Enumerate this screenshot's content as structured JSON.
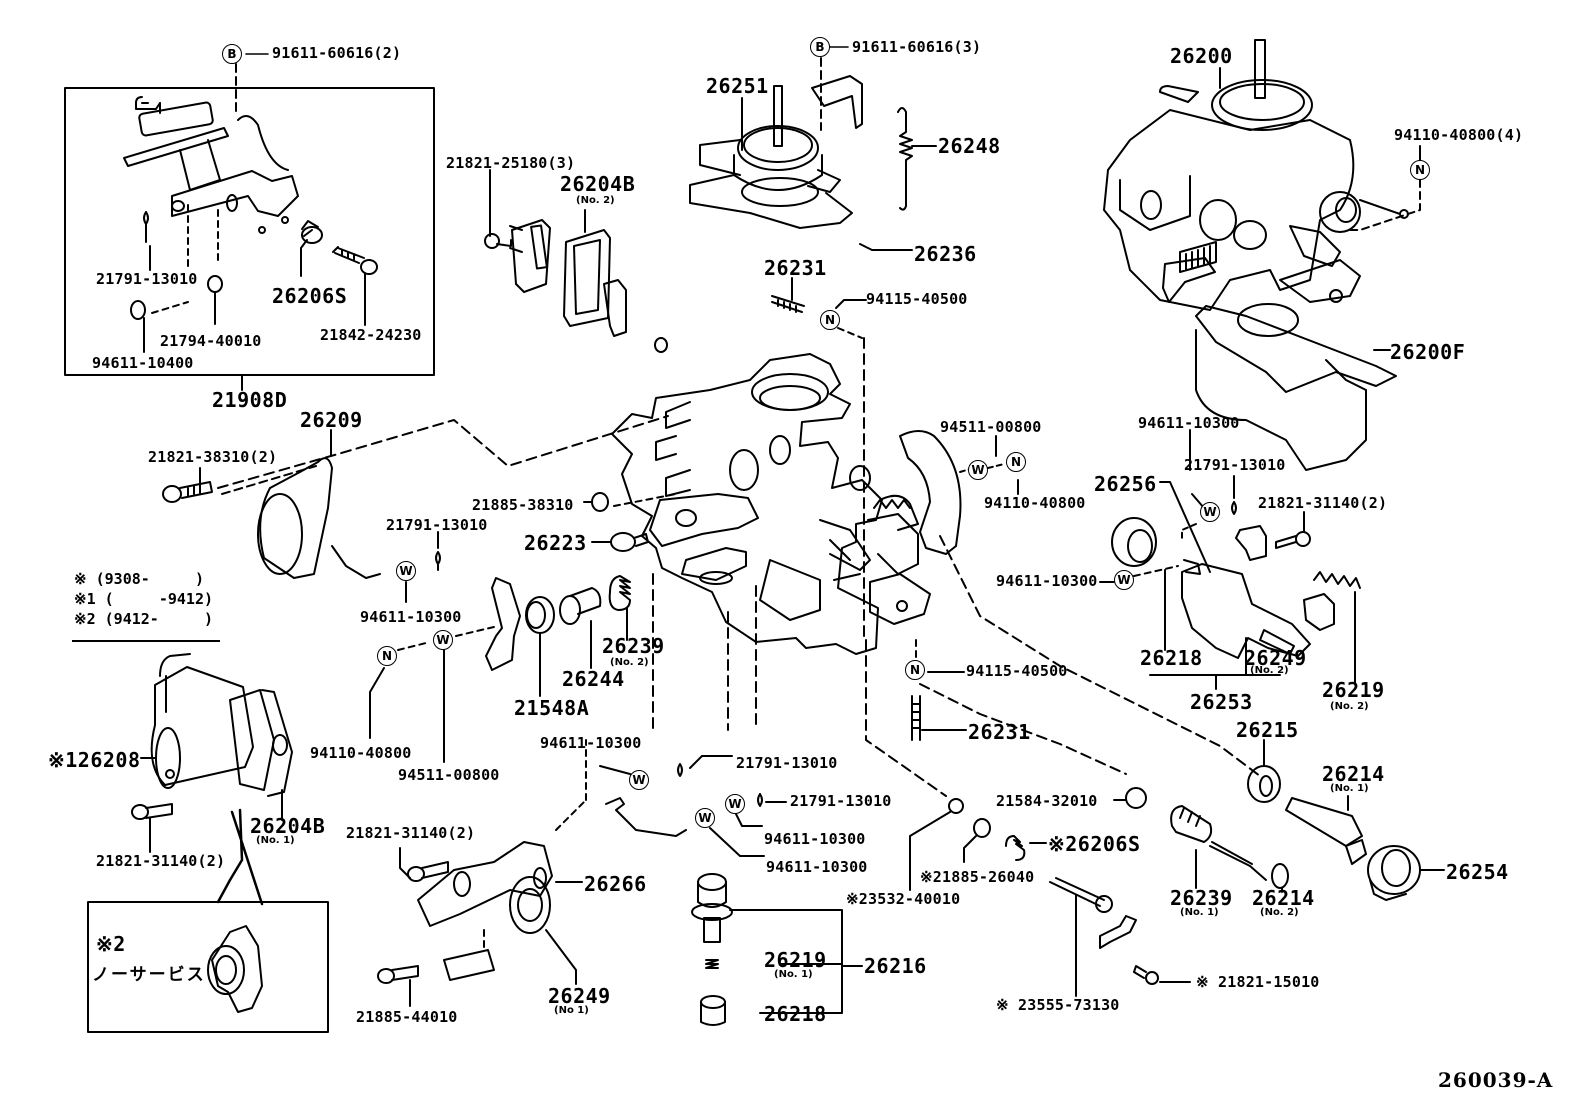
{
  "figure": {
    "title": "Carburetor assembly exploded parts diagram",
    "figure_number": "260039-A"
  },
  "symbols": {
    "bolt": "B",
    "nut": "N",
    "washer": "W"
  },
  "legend": {
    "rows": [
      {
        "mark": "※",
        "range": "(9308-     )"
      },
      {
        "mark": "※1",
        "range": "(     -9412)"
      },
      {
        "mark": "※2",
        "range": "(9412-     )"
      }
    ]
  },
  "inset_note": {
    "mark": "※2",
    "text": "ノーサービス"
  },
  "labels": {
    "p_91611_60616_2": "91611-60616(2)",
    "p_91611_60616_3": "91611-60616(3)",
    "p_21791_13010_a": "21791-13010",
    "p_26206s_a": "26206S",
    "p_94611_10400": "94611-10400",
    "p_21794_40010": "21794-40010",
    "p_21842_24230": "21842-24230",
    "p_21908d": "21908D",
    "p_21821_25180_3": "21821-25180(3)",
    "p_26204b_no2": "26204B",
    "p_26204b_no2_sub": "(No. 2)",
    "p_26251": "26251",
    "p_26248": "26248",
    "p_26236": "26236",
    "p_26231_a": "26231",
    "p_94115_40500_a": "94115-40500",
    "p_26200": "26200",
    "p_94110_40800_4": "94110-40800(4)",
    "p_26200f": "26200F",
    "p_26209": "26209",
    "p_21821_38310_2": "21821-38310(2)",
    "p_21885_38310": "21885-38310",
    "p_21791_13010_b": "21791-13010",
    "p_26223": "26223",
    "p_94611_10300_a": "94611-10300",
    "p_94110_40800_a": "94110-40800",
    "p_94511_00800_a": "94511-00800",
    "p_21548a": "21548A",
    "p_26244": "26244",
    "p_26239_no2": "26239",
    "p_26239_no2_sub": "(No. 2)",
    "p_94511_00800_b": "94511-00800",
    "p_94110_40800_b": "94110-40800",
    "p_94611_10300_b": "94611-10300",
    "p_21791_13010_c": "21791-13010",
    "p_21821_31140_2_a": "21821-31140(2)",
    "p_26256": "26256",
    "p_94611_10300_c": "94611-10300",
    "p_26218_a": "26218",
    "p_26249_no2": "26249",
    "p_26249_no2_sub": "(No. 2)",
    "p_26253": "26253",
    "p_26219_no2": "26219",
    "p_26219_no2_sub": "(No. 2)",
    "p_94115_40500_b": "94115-40500",
    "p_26231_b": "26231",
    "p_26215": "26215",
    "p_26214_no1": "26214",
    "p_26214_no1_sub": "(No. 1)",
    "p_26254": "26254",
    "p_26208": "※126208",
    "p_26204b_no1": "26204B",
    "p_26204b_no1_sub": "(No. 1)",
    "p_21821_31140_2_b": "21821-31140(2)",
    "p_21821_31140_2_c": "21821-31140(2)",
    "p_94611_10300_d": "94611-10300",
    "p_21791_13010_d": "21791-13010",
    "p_21791_13010_e": "21791-13010",
    "p_94611_10300_e": "94611-10300",
    "p_94611_10300_f": "94611-10300",
    "p_26266": "26266",
    "p_26249_no1": "26249",
    "p_26249_no1_sub": "(No 1)",
    "p_21885_44010": "21885-44010",
    "p_26219_no1": "26219",
    "p_26219_no1_sub": "(No. 1)",
    "p_26216": "26216",
    "p_26218_b": "26218",
    "p_21584_32010": "21584-32010",
    "p_26206s_b": "※26206S",
    "p_21885_26040": "※21885-26040",
    "p_23532_40010": "※23532-40010",
    "p_26239_no1": "26239",
    "p_26239_no1_sub": "(No. 1)",
    "p_26214_no2": "26214",
    "p_26214_no2_sub": "(No. 2)",
    "p_21821_15010": "※ 21821-15010",
    "p_23555_73130": "※ 23555-73130"
  }
}
